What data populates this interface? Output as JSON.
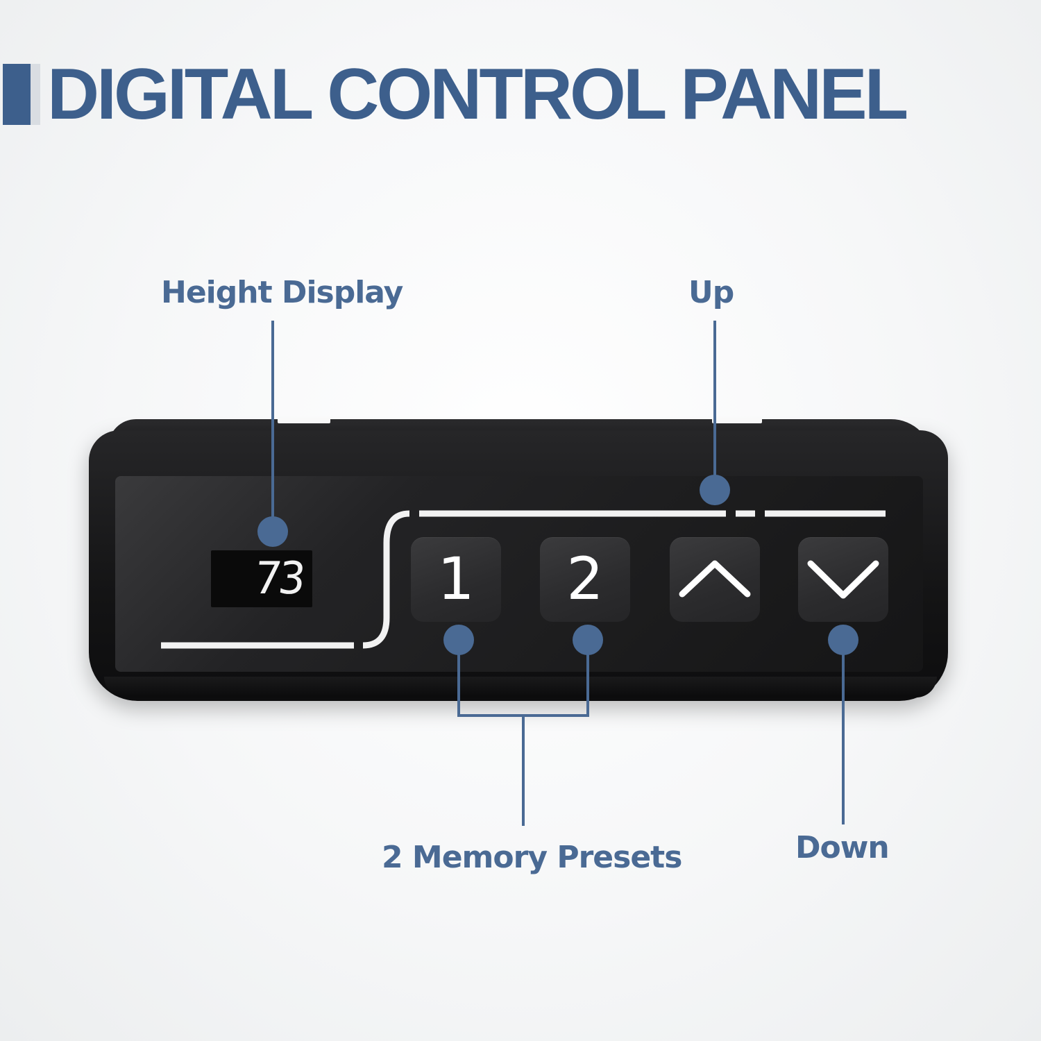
{
  "title": "DIGITAL CONTROL PANEL",
  "labels": {
    "height_display": "Height Display",
    "up": "Up",
    "memory_presets": "2 Memory Presets",
    "down": "Down"
  },
  "display": {
    "value": "73"
  },
  "buttons": {
    "preset_1": "1",
    "preset_2": "2",
    "up_icon": "chevron-up-icon",
    "down_icon": "chevron-down-icon"
  },
  "colors": {
    "accent": "#3d5f8c",
    "label": "#4a6a94",
    "panel": "#1b1b1c",
    "button": "#2e2e30",
    "background": "#f4f5f6"
  }
}
